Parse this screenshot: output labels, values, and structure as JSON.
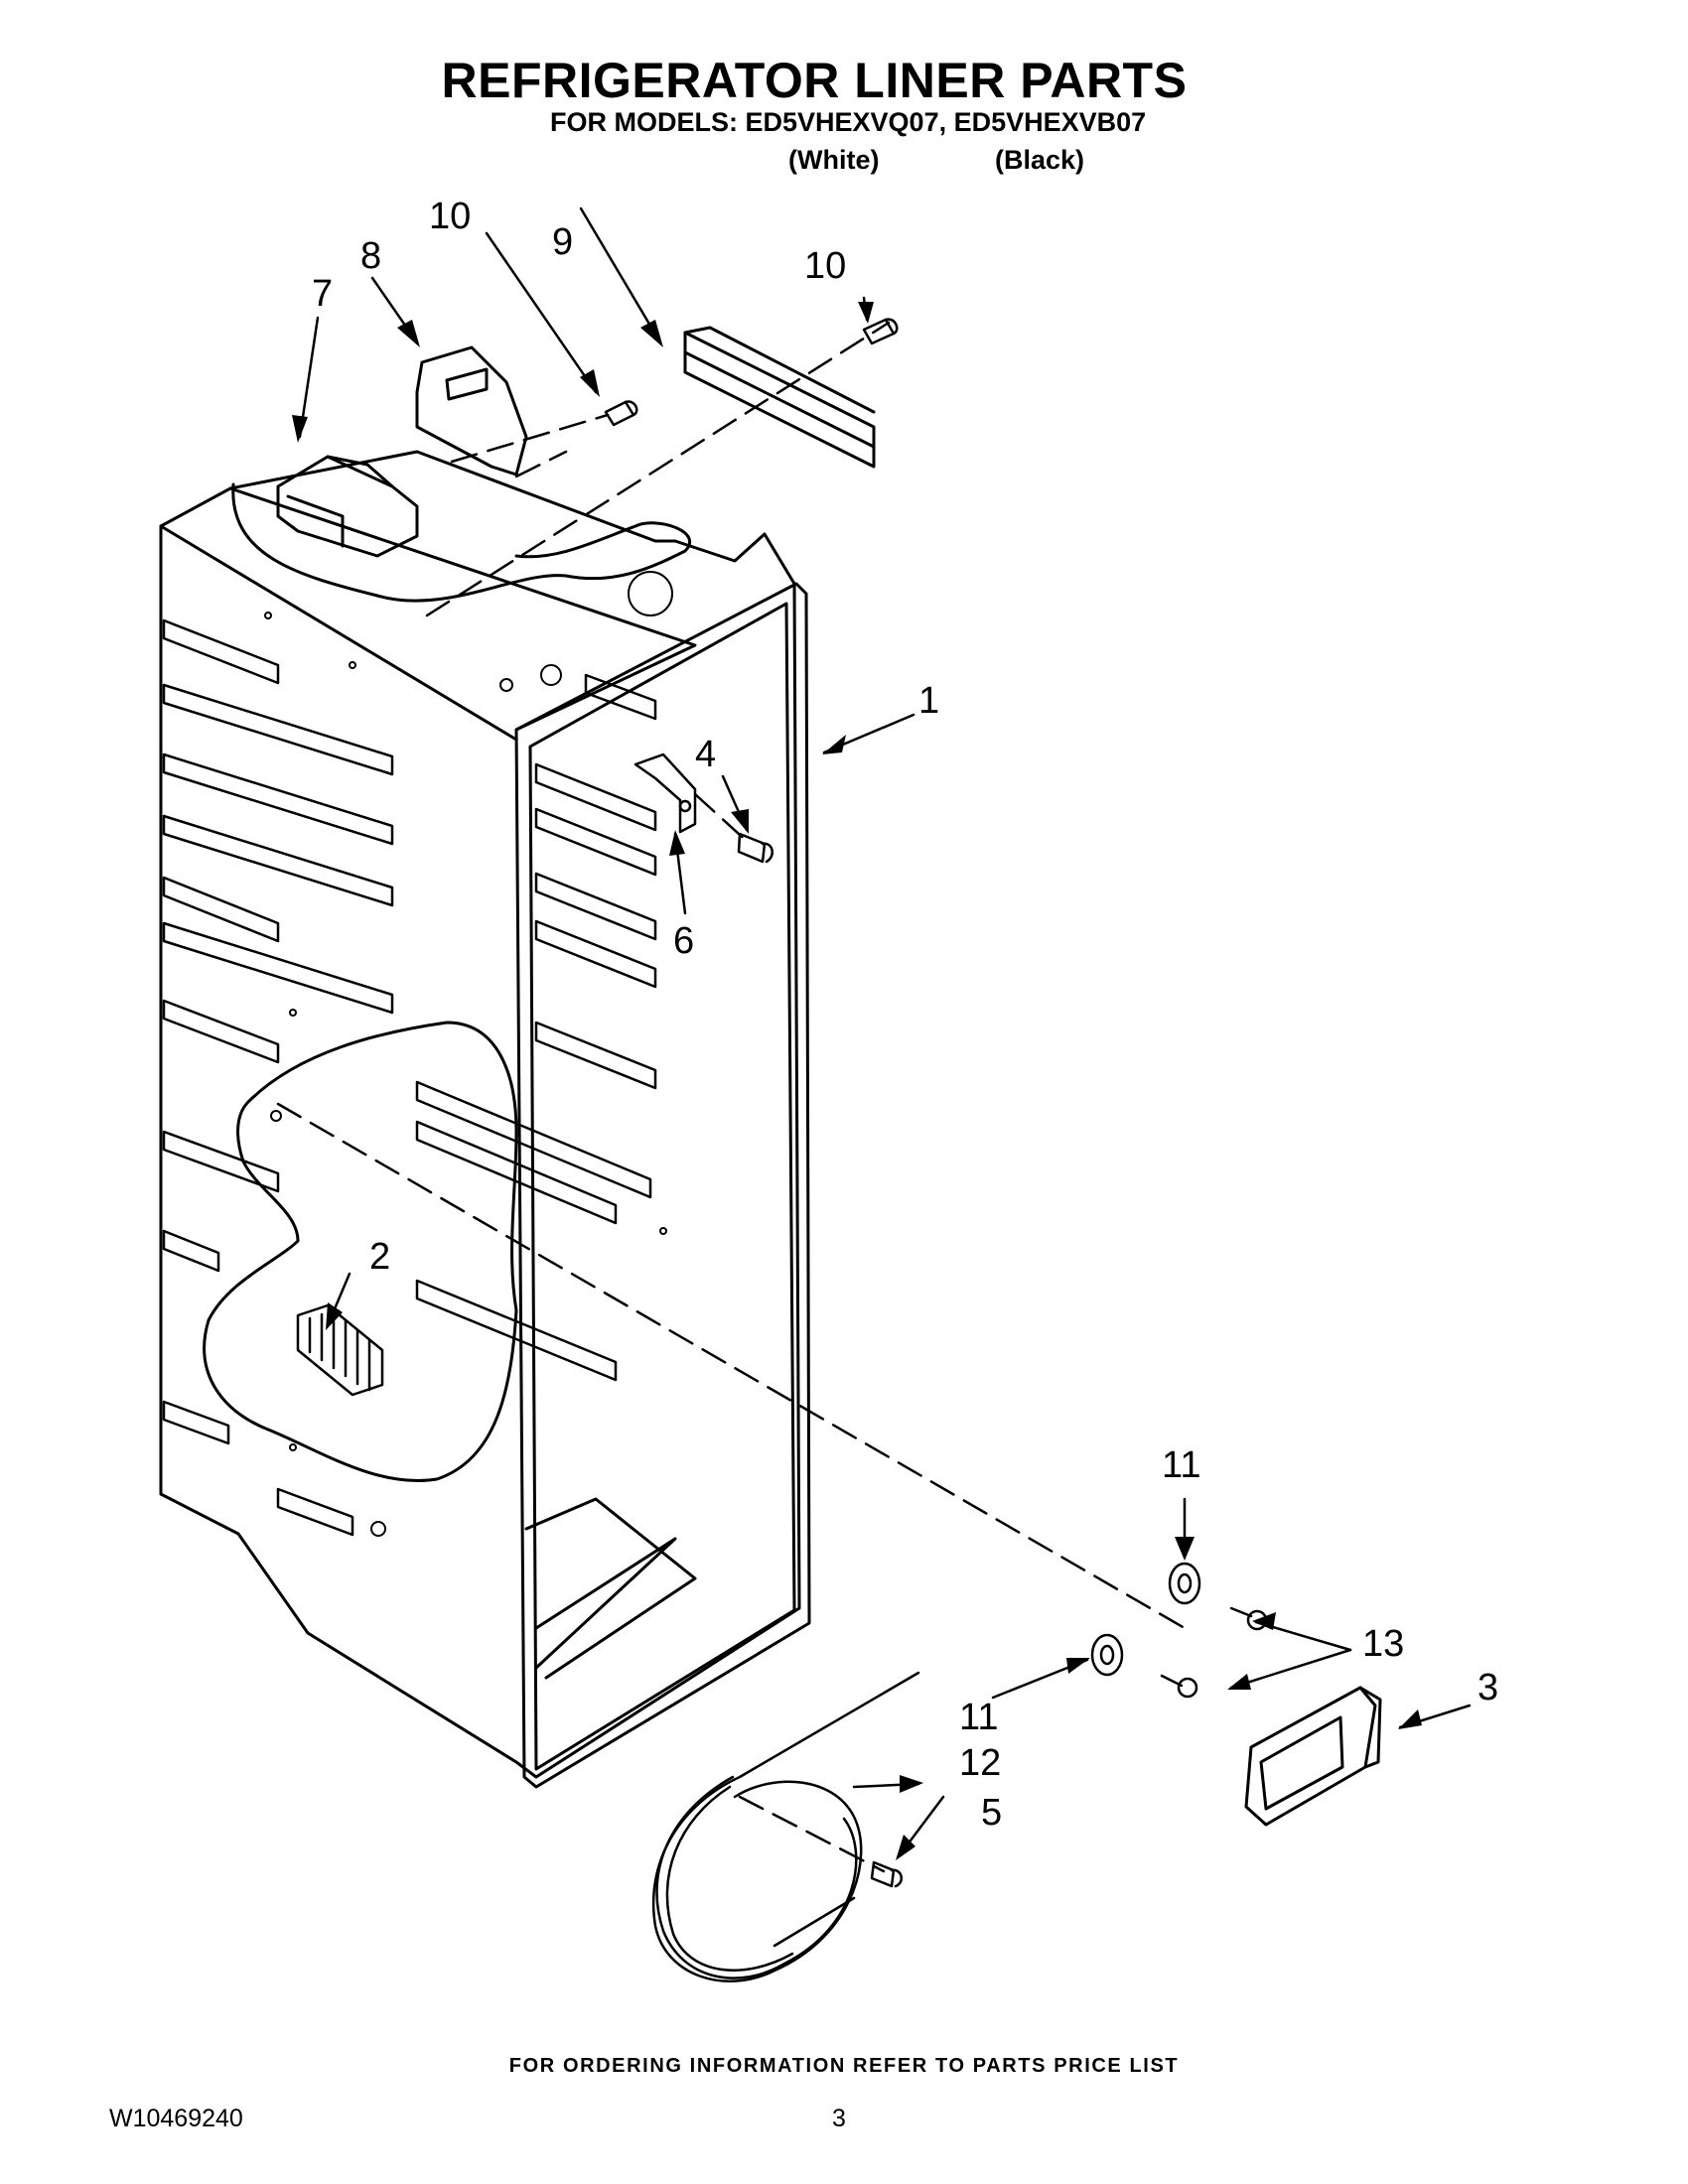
{
  "header": {
    "title": "REFRIGERATOR LINER PARTS",
    "models_line": "FOR MODELS: ED5VHEXVQ07, ED5VHEXVB07",
    "variant_1": "(White)",
    "variant_2": "(Black)"
  },
  "callouts": {
    "c1": "1",
    "c2": "2",
    "c3": "3",
    "c4": "4",
    "c5": "5",
    "c6": "6",
    "c7": "7",
    "c8": "8",
    "c9": "9",
    "c10a": "10",
    "c10b": "10",
    "c11a": "11",
    "c11b": "11",
    "c12": "12",
    "c13": "13"
  },
  "footer": {
    "note": "FOR ORDERING INFORMATION REFER TO PARTS PRICE LIST",
    "doc_number": "W10469240",
    "page_number": "3"
  }
}
